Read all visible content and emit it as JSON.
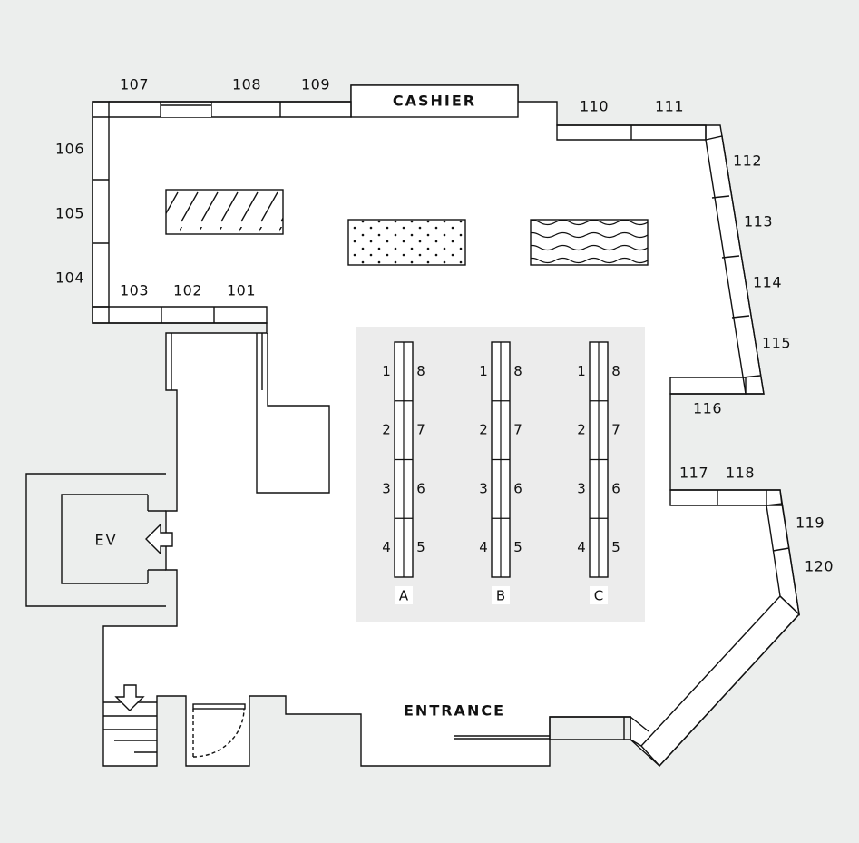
{
  "colors": {
    "background": "#eceeed",
    "floor": "#ffffff",
    "line": "#111111",
    "aisle_zone": "#ececec"
  },
  "labels": {
    "cashier": "CASHIER",
    "entrance": "ENTRANCE",
    "elevator": "EV"
  },
  "booths": [
    "101",
    "102",
    "103",
    "104",
    "105",
    "106",
    "107",
    "108",
    "109",
    "110",
    "111",
    "112",
    "113",
    "114",
    "115",
    "116",
    "117",
    "118",
    "119",
    "120"
  ],
  "shelf_rows": [
    {
      "name": "A",
      "left": [
        "1",
        "2",
        "3",
        "4"
      ],
      "right": [
        "8",
        "7",
        "6",
        "5"
      ]
    },
    {
      "name": "B",
      "left": [
        "1",
        "2",
        "3",
        "4"
      ],
      "right": [
        "8",
        "7",
        "6",
        "5"
      ]
    },
    {
      "name": "C",
      "left": [
        "1",
        "2",
        "3",
        "4"
      ],
      "right": [
        "8",
        "7",
        "6",
        "5"
      ]
    }
  ],
  "icons": [
    "arrow-left-icon",
    "arrow-down-icon",
    "door-icon"
  ]
}
